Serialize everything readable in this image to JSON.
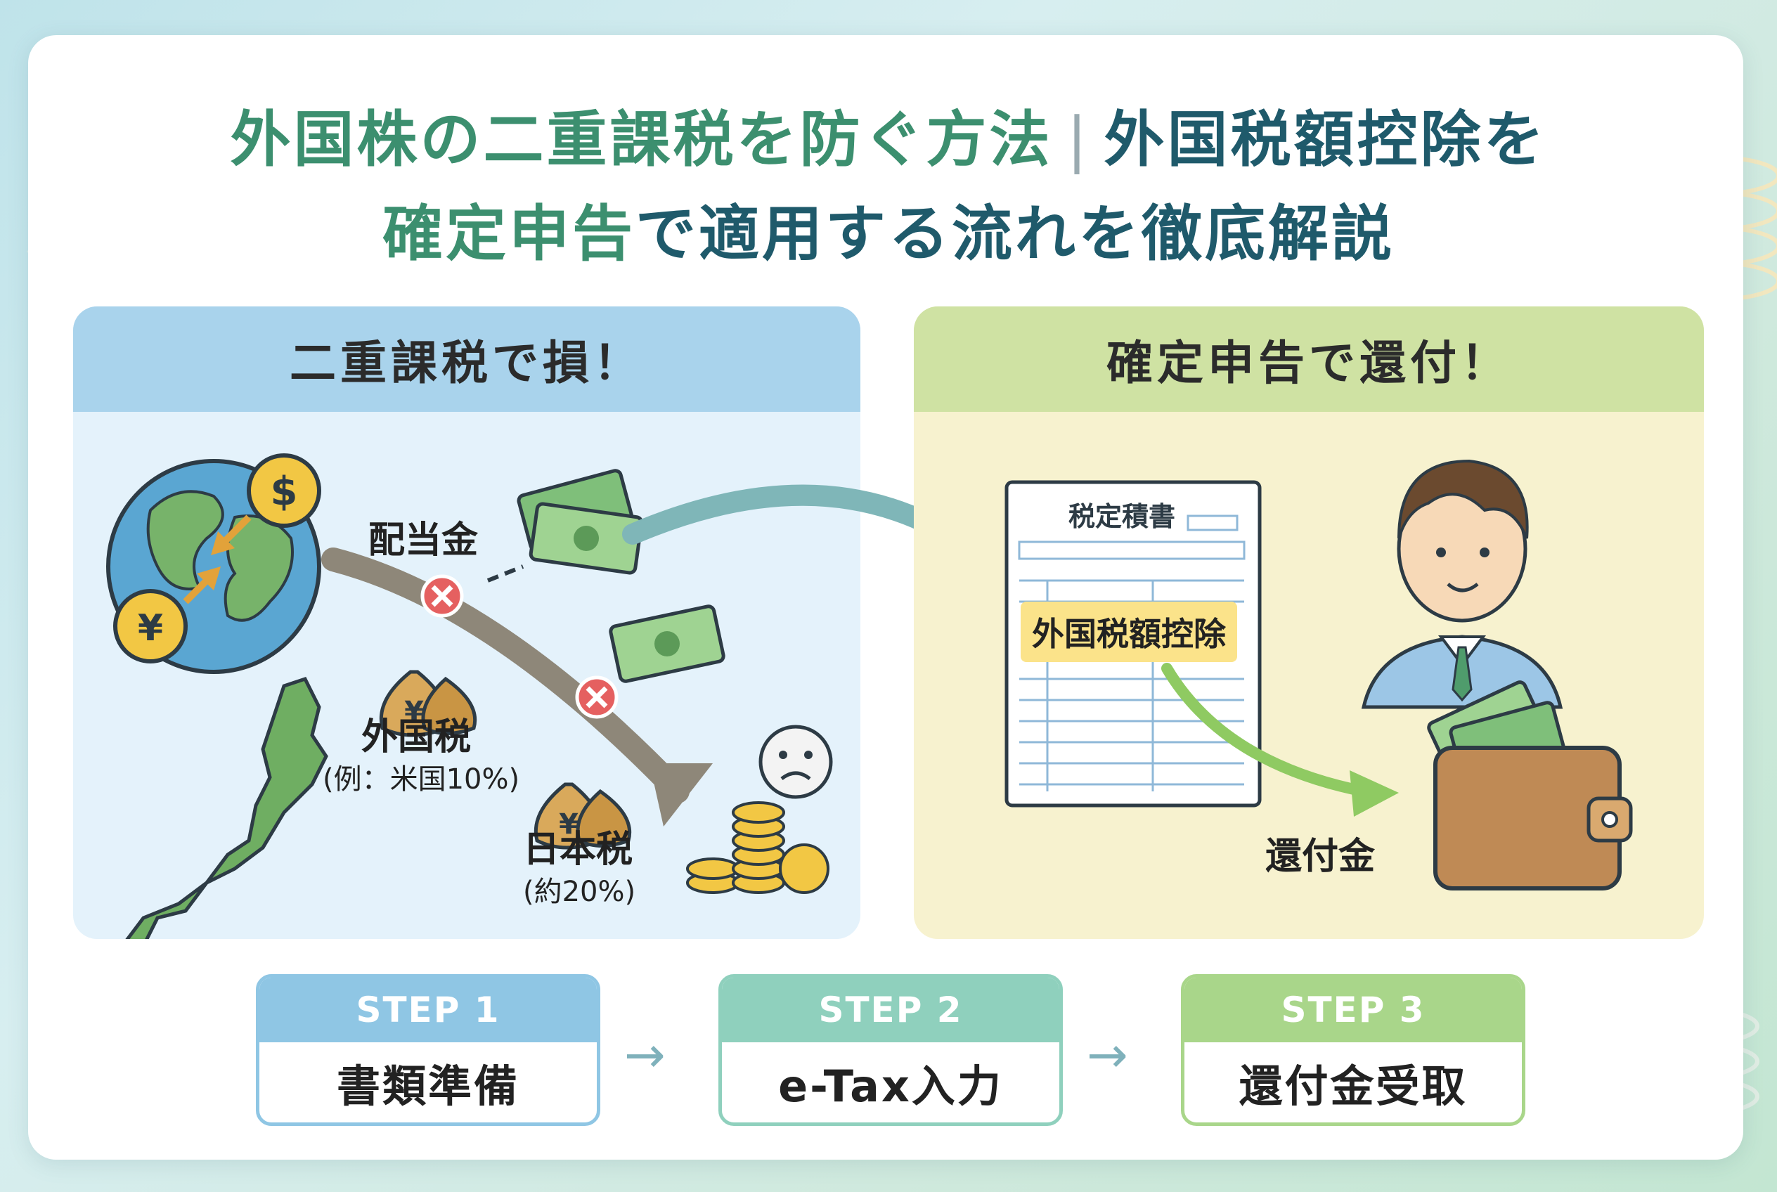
{
  "title": {
    "line1_part1": "外国株の二重課税を防ぐ方法",
    "separator": "|",
    "line1_part2": "外国税額控除を",
    "line2_part1": "確定申告",
    "line2_part2": "で適用する流れを徹底解説"
  },
  "left_panel": {
    "heading": "二重課税で損！",
    "dividend_label": "配当金",
    "foreign_tax_label": "外国税",
    "foreign_tax_example": "(例：米国10%)",
    "japan_tax_label": "日本税",
    "japan_tax_example": "(約20%)"
  },
  "right_panel": {
    "heading": "確定申告で還付！",
    "form_title": "税定積書",
    "form_highlight": "外国税額控除",
    "refund_label": "還付金"
  },
  "steps": [
    {
      "label": "STEP 1",
      "text": "書類準備"
    },
    {
      "label": "STEP 2",
      "text": "e-Tax入力"
    },
    {
      "label": "STEP 3",
      "text": "還付金受取"
    }
  ],
  "step_arrow": "→",
  "colors": {
    "title_green": "#3c8f6f",
    "title_navy": "#1f5a6b",
    "left_header": "#a9d3ec",
    "right_header": "#cfe2a3",
    "step1": "#8fc6e4",
    "step2": "#8fd0bd",
    "step3": "#a9d68a"
  }
}
